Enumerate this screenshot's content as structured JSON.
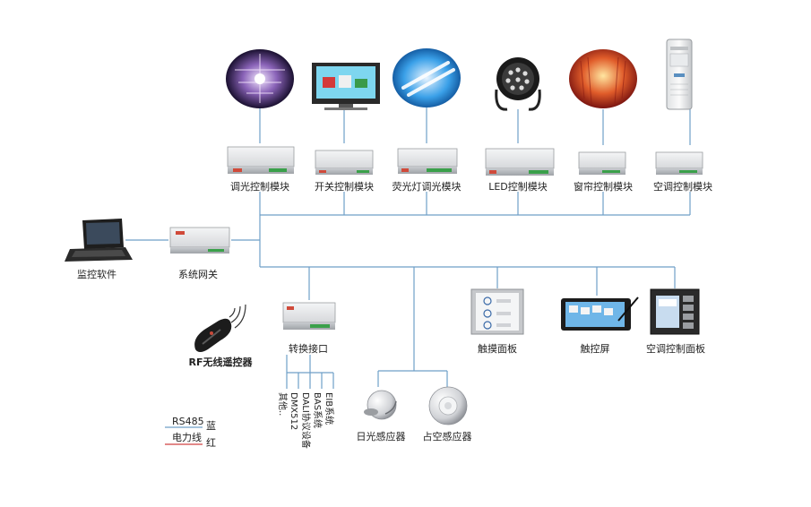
{
  "colors": {
    "rs485": "#6f9fc8",
    "power": "#d04040",
    "module_body": "#d9dbde",
    "module_top": "#eef0f2"
  },
  "devices": {
    "chandelier": "chandelier-icon",
    "tv": "tv-icon",
    "fluorescent": "fluorescent-lamp-icon",
    "led": "led-floodlight-icon",
    "curtain": "curtain-icon",
    "aircon": "air-conditioner-icon"
  },
  "modules": {
    "dimming": "调光控制模块",
    "switch": "开关控制模块",
    "fluorescent": "荧光灯调光模块",
    "led": "LED控制模块",
    "curtain": "窗帘控制模块",
    "aircon": "空调控制模块"
  },
  "left": {
    "monitor": "监控软件",
    "gateway": "系统网关",
    "rf_remote": "RF无线遥控器"
  },
  "interface": {
    "label": "转换接口",
    "branches": [
      "其他..",
      "DMX512",
      "DALI协议设备",
      "BAS系统",
      "EIB系统"
    ]
  },
  "bus_devices": {
    "touch_panel": "触摸面板",
    "touch_screen": "触控屏",
    "ac_panel": "空调控制面板",
    "daylight_sensor": "日光感应器",
    "occupancy_sensor": "占空感应器"
  },
  "legend": [
    {
      "name": "RS485",
      "meaning": "蓝"
    },
    {
      "name": "电力线",
      "meaning": "红"
    }
  ]
}
